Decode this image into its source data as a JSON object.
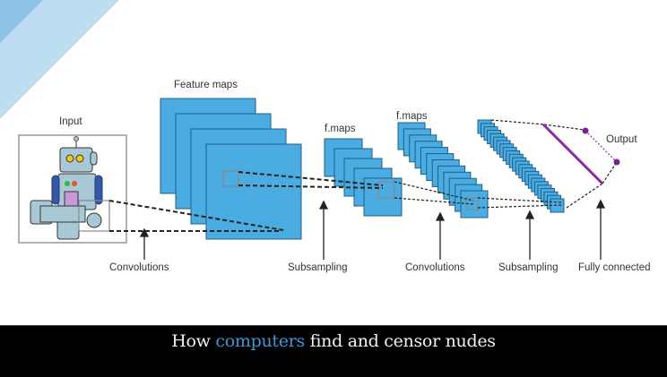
{
  "diagram": {
    "title_labels": {
      "input": "Input",
      "feature_maps": "Feature maps",
      "fmaps_1": "f.maps",
      "fmaps_2": "f.maps",
      "output": "Output"
    },
    "stage_labels": [
      "Convolutions",
      "Subsampling",
      "Convolutions",
      "Subsampling",
      "Fully connected"
    ],
    "layers": [
      {
        "name": "input",
        "maps": 1
      },
      {
        "name": "feature-maps",
        "maps": 4
      },
      {
        "name": "f-maps-subsampled",
        "maps": 5
      },
      {
        "name": "f-maps-conv",
        "maps": 12
      },
      {
        "name": "f-maps-subsampled-2",
        "maps": 24
      },
      {
        "name": "fully-connected",
        "nodes": 2
      }
    ],
    "colors": {
      "map_fill": "#4aace0",
      "map_border": "#1f5f8a",
      "output_line": "#8a2aa6",
      "background_stripe_1": "#8ec3e8",
      "background_stripe_2": "#bfddf2"
    }
  },
  "caption": {
    "before": "How ",
    "highlight": "computers",
    "after": " find and censor nudes",
    "highlight_color": "#3a9ad9"
  }
}
